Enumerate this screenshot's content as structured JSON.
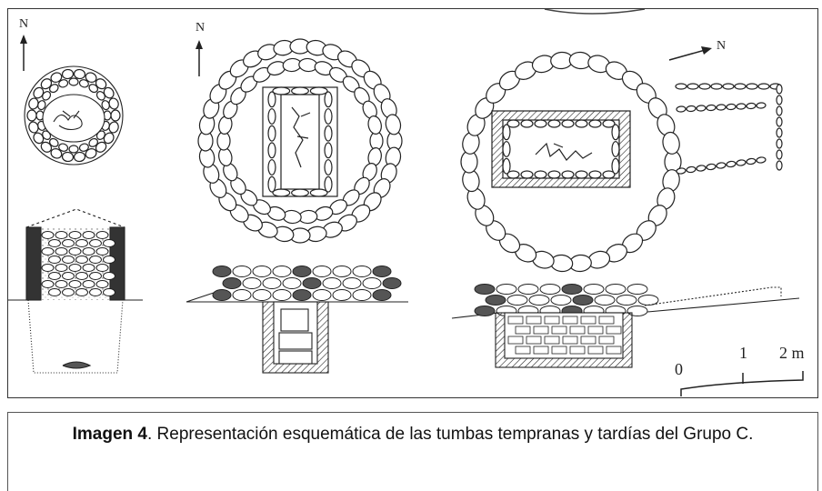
{
  "figure": {
    "north_labels": [
      "N",
      "N",
      "N"
    ],
    "scale": {
      "ticks": [
        "0",
        "1",
        "2 m"
      ]
    }
  },
  "caption": {
    "label": "Imagen 4",
    "text": ". Representación esquemática de las tumbas tempranas y tardías del Grupo C."
  }
}
